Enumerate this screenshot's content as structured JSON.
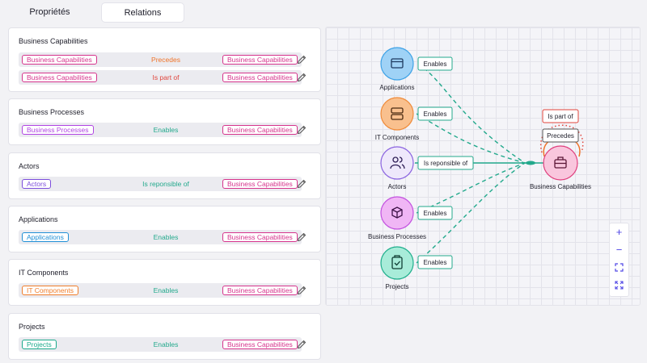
{
  "tabs": [
    {
      "label": "Propriétés"
    },
    {
      "label": "Relations"
    }
  ],
  "colors": {
    "business_capabilities": "#d6338c",
    "business_processes": "#b144e3",
    "actors": "#7c4ddc",
    "applications": "#1f8fd6",
    "it_components": "#f07d2a",
    "projects": "#19a98a",
    "precedes": "#f0742a",
    "is_part_of": "#e0443b",
    "enables": "#23a98c"
  },
  "cards": [
    {
      "title": "Business Capabilities",
      "rows": [
        {
          "source": "Business Capabilities",
          "verb": "Precedes",
          "target": "Business Capabilities"
        },
        {
          "source": "Business Capabilities",
          "verb": "Is part of",
          "target": "Business Capabilities"
        }
      ]
    },
    {
      "title": "Business Processes",
      "rows": [
        {
          "source": "Business Processes",
          "verb": "Enables",
          "target": "Business Capabilities"
        }
      ]
    },
    {
      "title": "Actors",
      "rows": [
        {
          "source": "Actors",
          "verb": "Is reponsible of",
          "target": "Business Capabilities"
        }
      ]
    },
    {
      "title": "Applications",
      "rows": [
        {
          "source": "Applications",
          "verb": "Enables",
          "target": "Business Capabilities"
        }
      ]
    },
    {
      "title": "IT Components",
      "rows": [
        {
          "source": "IT Components",
          "verb": "Enables",
          "target": "Business Capabilities"
        }
      ]
    },
    {
      "title": "Projects",
      "rows": [
        {
          "source": "Projects",
          "verb": "Enables",
          "target": "Business Capabilities"
        }
      ]
    }
  ],
  "graph": {
    "nodes": [
      {
        "label": "Applications",
        "icon": "browser-window-icon"
      },
      {
        "label": "IT Components",
        "icon": "server-icon"
      },
      {
        "label": "Actors",
        "icon": "users-icon"
      },
      {
        "label": "Business Processes",
        "icon": "package-icon"
      },
      {
        "label": "Projects",
        "icon": "clipboard-check-icon"
      },
      {
        "label": "Business Capabilities",
        "icon": "briefcase-icon"
      }
    ],
    "edge_labels": {
      "applications": "Enables",
      "it_components": "Enables",
      "actors": "Is reponsible of",
      "business_processes": "Enables",
      "projects": "Enables",
      "is_part_of": "Is part of",
      "precedes": "Precedes"
    }
  },
  "zoom": {
    "zoom_in": "+",
    "zoom_out": "−"
  }
}
